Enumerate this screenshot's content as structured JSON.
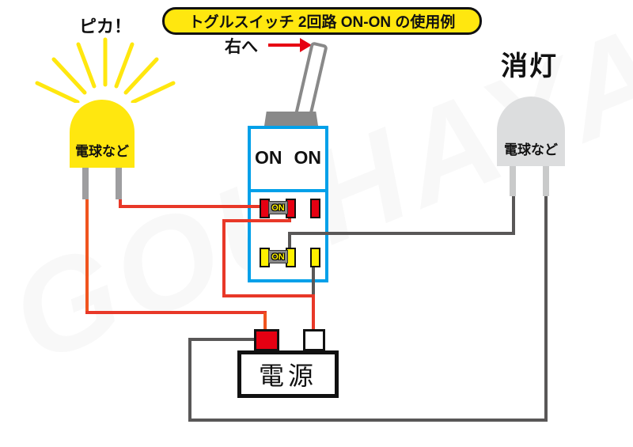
{
  "banner": {
    "label": "トグルスイッチ 2回路 ON-ON の使用例"
  },
  "lever": {
    "direction_label": "右へ"
  },
  "left_bulb": {
    "state_label": "ピカ！",
    "label": "電球など",
    "lit": true
  },
  "right_bulb": {
    "state_label": "消灯",
    "label": "電球など",
    "lit": false
  },
  "switch": {
    "position_labels": [
      "ON",
      "ON"
    ],
    "row1_connector_label": "ON",
    "row2_connector_label": "ON"
  },
  "battery": {
    "label": "電源"
  },
  "watermark": "GOUHAYA",
  "colors": {
    "accent_blue": "#00a0e9",
    "wire_red": "#e83828",
    "wire_orange": "#f0541e",
    "wire_gray": "#595757",
    "terminal_red": "#e60012",
    "terminal_yellow": "#fff100",
    "bulb_yellow": "#ffe70f",
    "bulb_gray": "#dcddde",
    "hardware_gray": "#898989"
  }
}
